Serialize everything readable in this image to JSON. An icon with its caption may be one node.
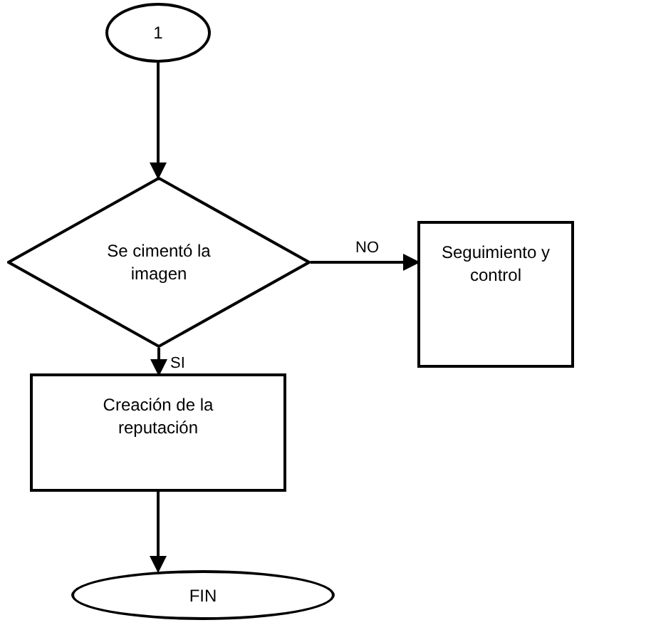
{
  "diagram": {
    "nodes": [
      {
        "text": [
          "1"
        ]
      },
      {
        "text": [
          "Se cimentó la imagen"
        ]
      },
      {
        "text": [
          "Seguimiento y control"
        ]
      },
      {
        "text": [
          "Creación de la reputación"
        ]
      },
      {
        "text": [
          "FIN"
        ]
      }
    ],
    "edges": [
      {
        "from": 0,
        "to": 1,
        "arrow": "to"
      },
      {
        "from": 1,
        "to": 2,
        "arrow": "to",
        "label": "NO"
      },
      {
        "from": 1,
        "to": 3,
        "arrow": "to",
        "label": "SI"
      },
      {
        "from": 3,
        "to": 4,
        "arrow": "to"
      }
    ]
  }
}
